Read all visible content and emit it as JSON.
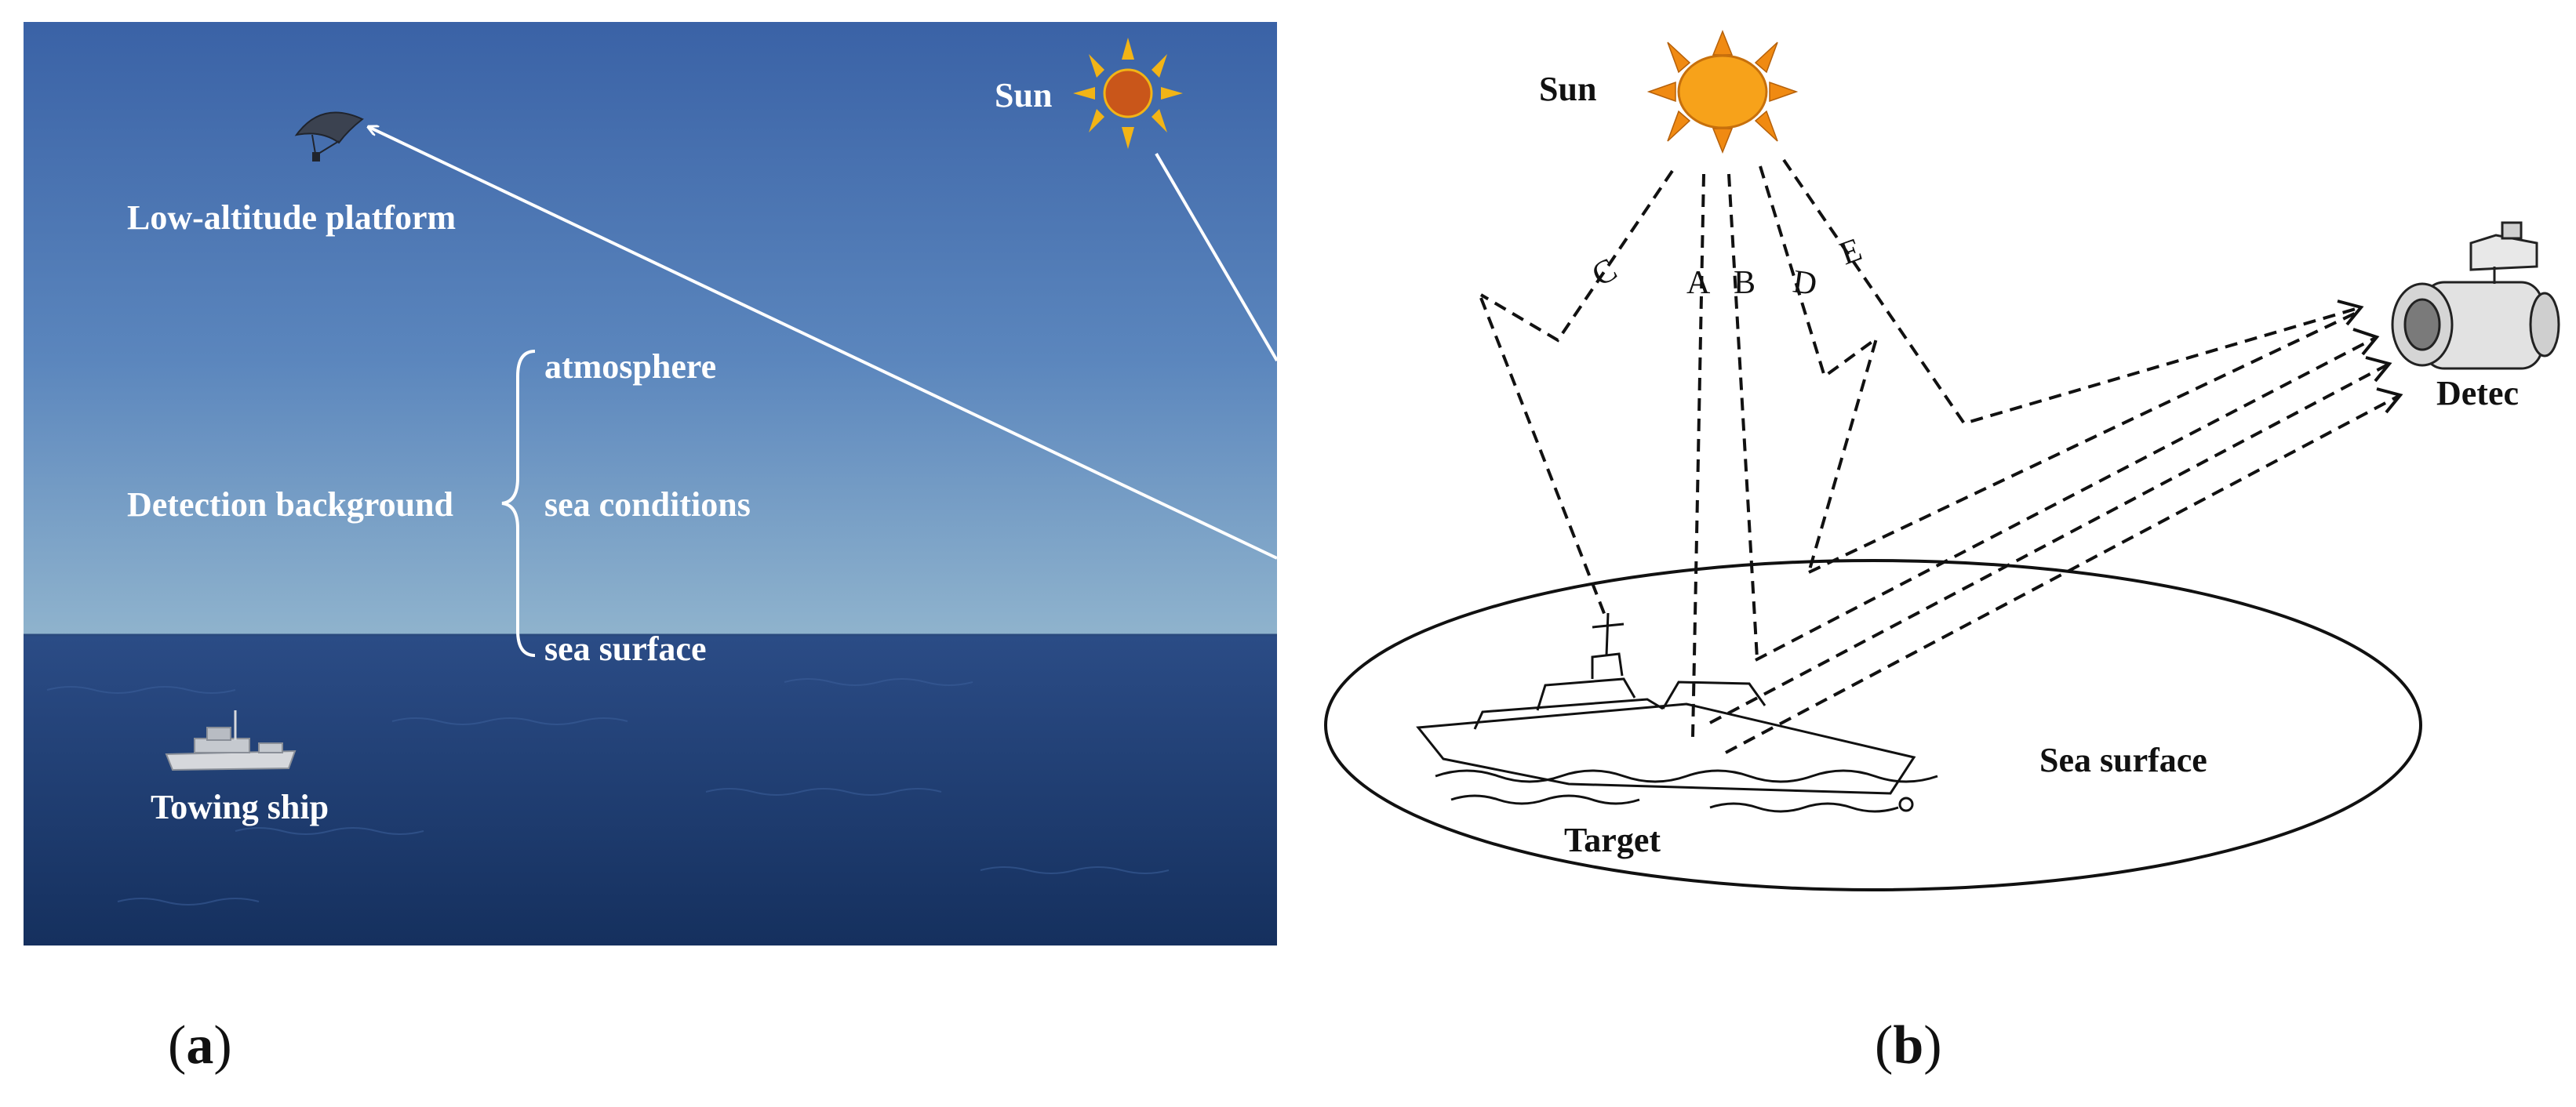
{
  "panel_a": {
    "labels": {
      "sun": "Sun",
      "platform": "Low-altitude platform",
      "detection_background": "Detection background",
      "atmosphere": "atmosphere",
      "sea_conditions": "sea conditions",
      "sea_surface": "sea surface",
      "towing_ship": "Towing ship"
    },
    "caption_letter": "a"
  },
  "panel_b": {
    "labels": {
      "sun": "Sun",
      "detector": "Detec",
      "sea_surface": "Sea surface",
      "target": "Target"
    },
    "rays": [
      "C",
      "A",
      "B",
      "D",
      "E"
    ],
    "caption_letter": "b"
  },
  "colors": {
    "sky_top": "#3d66a8",
    "sky_horizon": "#8fb4cf",
    "sea": "#1f3d72",
    "sun_a_fill": "#c9561a",
    "sun_a_rays": "#f2b416",
    "sun_b_fill": "#f7a21a",
    "sun_b_rays": "#f08a12"
  }
}
